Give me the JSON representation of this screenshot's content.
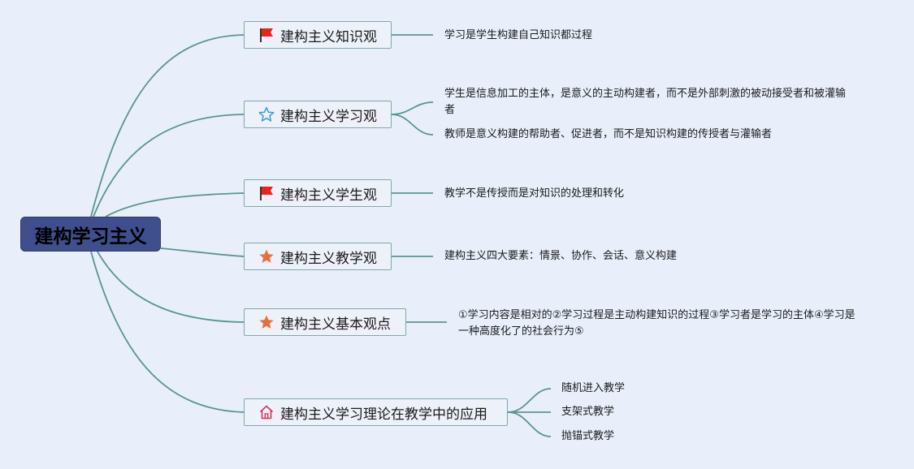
{
  "root": {
    "label": "建构学习主义"
  },
  "topics": [
    {
      "label": "建构主义知识观",
      "icon": "red-flag-icon",
      "leaves": [
        "学习是学生构建自己知识都过程"
      ]
    },
    {
      "label": "建构主义学习观",
      "icon": "blue-star-outline-icon",
      "leaves": [
        "学生是信息加工的主体，是意义的主动构建者，而不是外部刺激的被动接受者和被灌输者",
        "教师是意义构建的帮助者、促进者，而不是知识构建的传授者与灌输者"
      ]
    },
    {
      "label": "建构主义学生观",
      "icon": "red-flag-icon",
      "leaves": [
        "教学不是传授而是对知识的处理和转化"
      ]
    },
    {
      "label": "建构主义教学观",
      "icon": "orange-star-icon",
      "leaves": [
        "建构主义四大要素：情景、协作、会话、意义构建"
      ]
    },
    {
      "label": "建构主义基本观点",
      "icon": "orange-star-icon",
      "leaves": [
        "①学习内容是相对的②学习过程是主动构建知识的过程③学习者是学习的主体④学习是一种高度化了的社会行为⑤"
      ]
    },
    {
      "label": "建构主义学习理论在教学中的应用",
      "icon": "house-icon",
      "leaves": [
        "随机进入教学",
        "支架式教学",
        "抛锚式教学"
      ]
    }
  ],
  "colors": {
    "background": "#e8effb",
    "line": "#5a9490",
    "root_fill": "#3f4e8c"
  }
}
